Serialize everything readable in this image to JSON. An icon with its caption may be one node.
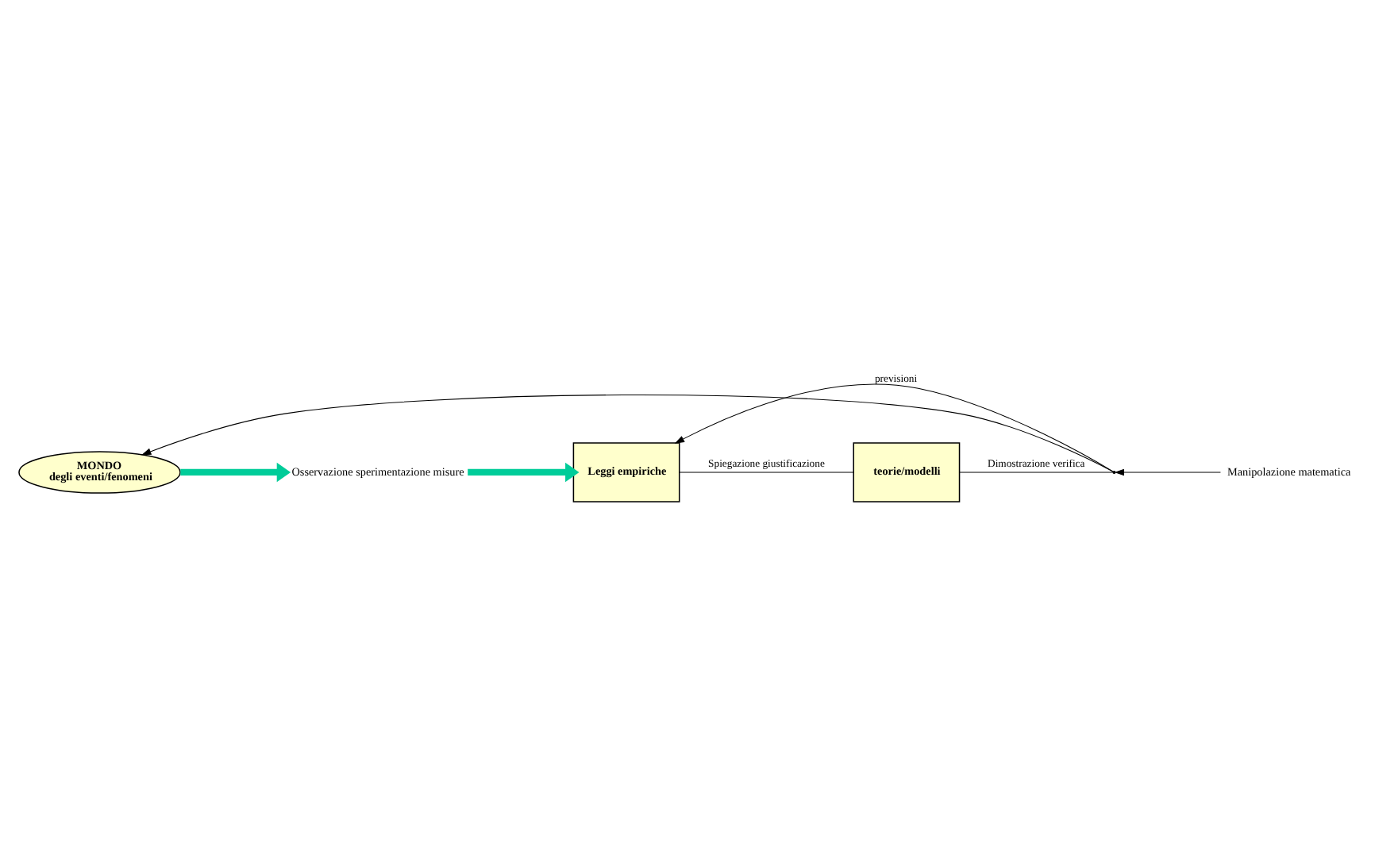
{
  "diagram": {
    "nodes": [
      {
        "text": [
          "MONDO",
          "degli eventi/fenomeni"
        ]
      },
      {
        "text": [
          "Osservazione sperimentazione misure"
        ]
      },
      {
        "text": [
          "Leggi empiriche"
        ]
      },
      {
        "text": [
          "teorie/modelli"
        ]
      },
      {
        "text": [],
        "shape": "point"
      },
      {
        "text": [
          "Manipolazione matematica"
        ]
      }
    ],
    "edges": [
      {
        "from": 0,
        "to": 1,
        "arrow": "to",
        "style": "thick",
        "color": "#00cc99"
      },
      {
        "from": 1,
        "to": 2,
        "arrow": "to",
        "style": "thick",
        "color": "#00cc99"
      },
      {
        "from": 2,
        "to": 3,
        "arrow": "none",
        "label": "Spiegazione giustificazione"
      },
      {
        "from": 3,
        "to": 4,
        "arrow": "none",
        "label": "Dimostrazione verifica"
      },
      {
        "from": 4,
        "to": 0,
        "arrow": "to"
      },
      {
        "from": 4,
        "to": 2,
        "arrow": "to",
        "label": "previsioni"
      },
      {
        "from": 5,
        "to": 4,
        "arrow": "to"
      }
    ]
  }
}
